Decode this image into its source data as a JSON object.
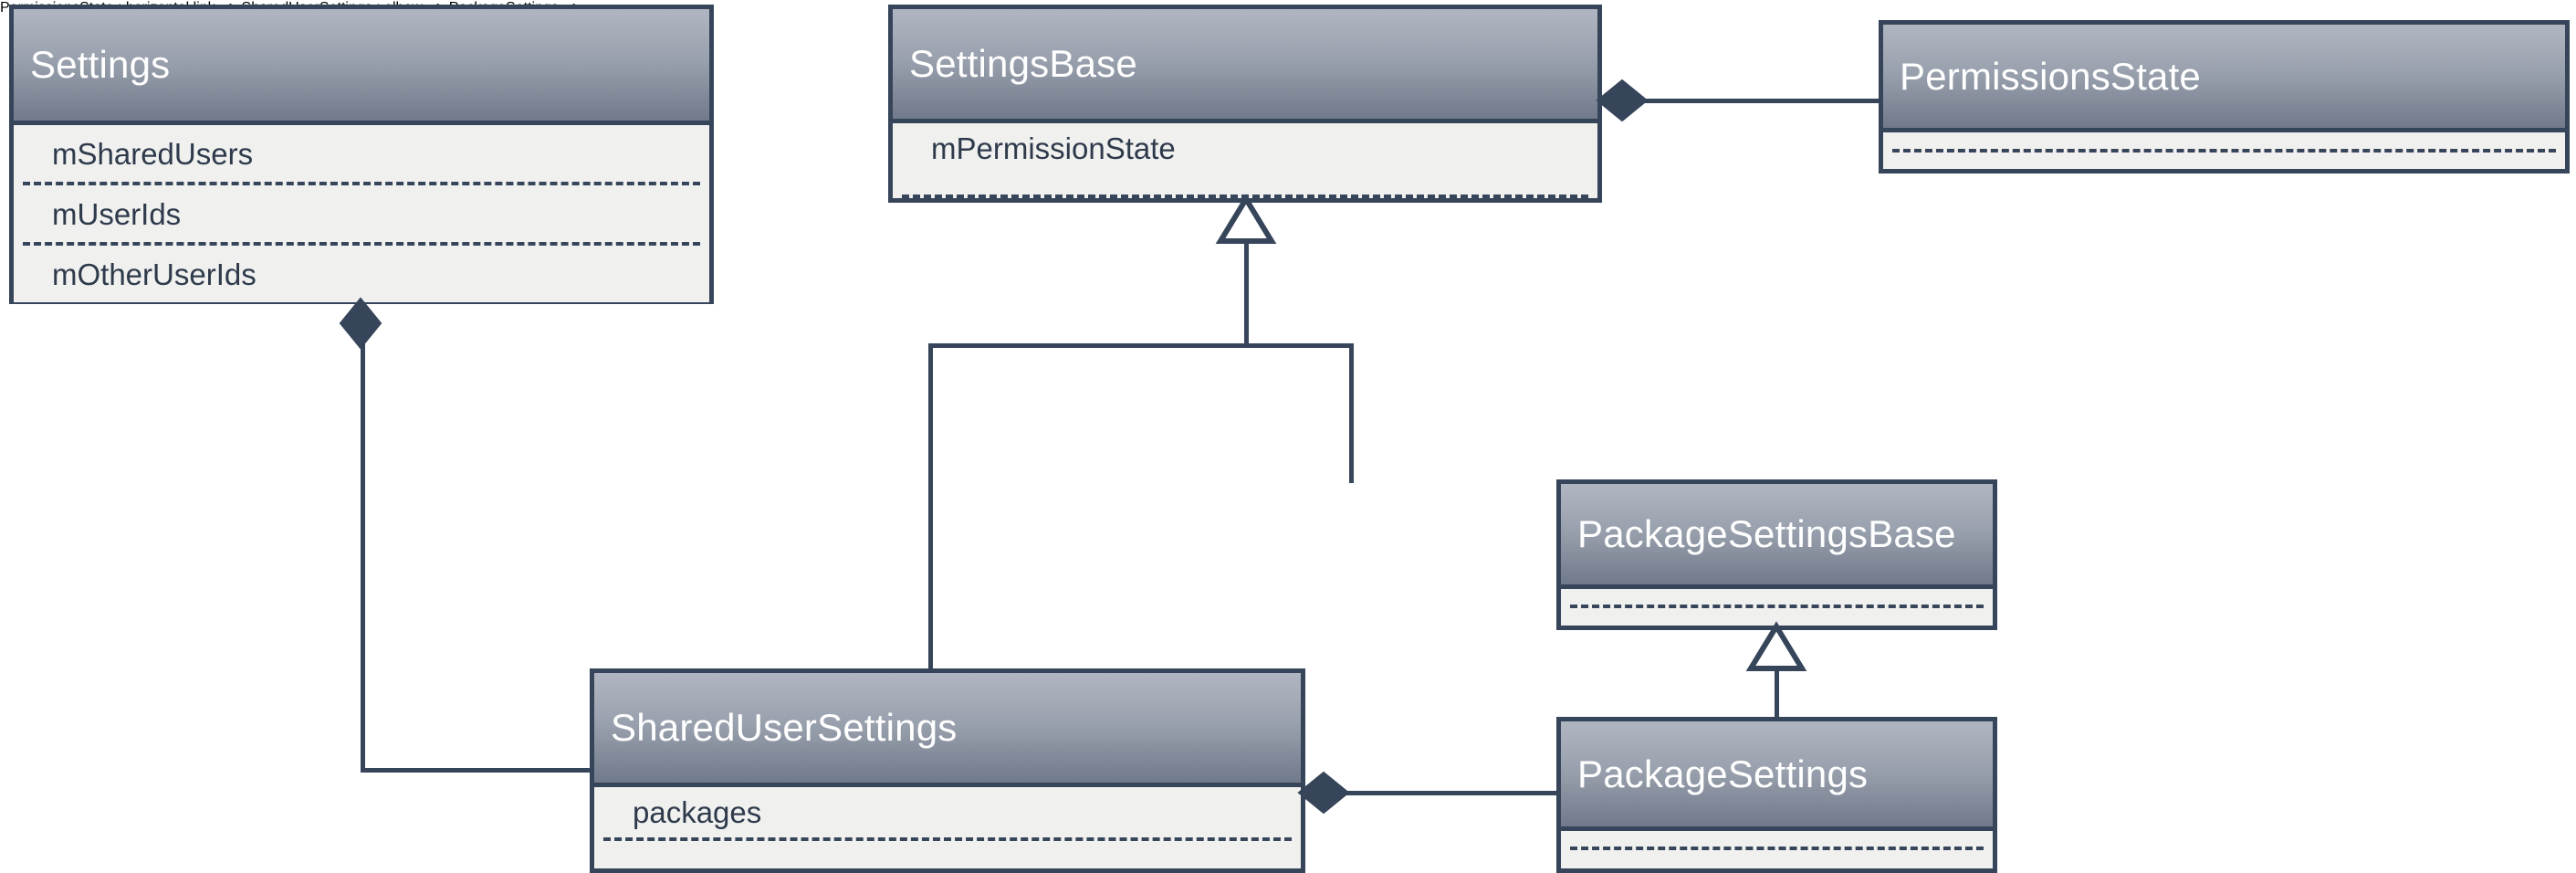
{
  "diagram": {
    "type": "uml-class-diagram",
    "title": "Settings class hierarchy",
    "colors": {
      "border": "#36455a",
      "header_gradient_top": "#b0b6c1",
      "header_gradient_bottom": "#717a8b",
      "body_fill": "#f0f0ef",
      "title_text": "#ffffff",
      "attribute_text": "#2e3a4b",
      "canvas": "#ffffff"
    },
    "classes": [
      {
        "id": "settings",
        "name": "Settings",
        "attributes": [
          "mSharedUsers",
          "mUserIds",
          "mOtherUserIds"
        ]
      },
      {
        "id": "settings_base",
        "name": "SettingsBase",
        "attributes": [
          "mPermissionState"
        ]
      },
      {
        "id": "permissions_state",
        "name": "PermissionsState",
        "attributes": []
      },
      {
        "id": "package_settings_base",
        "name": "PackageSettingsBase",
        "attributes": []
      },
      {
        "id": "shared_user_settings",
        "name": "SharedUserSettings",
        "attributes": [
          "packages"
        ]
      },
      {
        "id": "package_settings",
        "name": "PackageSettings",
        "attributes": []
      }
    ],
    "relations": [
      {
        "id": "rel-settingsbase-permissionsstate",
        "type": "composition",
        "marker": "filled-diamond",
        "owner": "SettingsBase",
        "part": "PermissionsState"
      },
      {
        "id": "rel-settings-shareduser",
        "type": "composition",
        "marker": "filled-diamond",
        "owner": "Settings",
        "part": "SharedUserSettings"
      },
      {
        "id": "rel-shareduser-packagesettings",
        "type": "composition",
        "marker": "filled-diamond",
        "owner": "SharedUserSettings",
        "part": "PackageSettings"
      },
      {
        "id": "rel-settingsbase-inherit",
        "type": "generalization",
        "marker": "hollow-triangle",
        "parent": "SettingsBase",
        "children": [
          "SharedUserSettings",
          "PackageSettingsBase"
        ]
      },
      {
        "id": "rel-packagesettingsbase-inherit",
        "type": "generalization",
        "marker": "hollow-triangle",
        "parent": "PackageSettingsBase",
        "children": [
          "PackageSettings"
        ]
      }
    ]
  }
}
